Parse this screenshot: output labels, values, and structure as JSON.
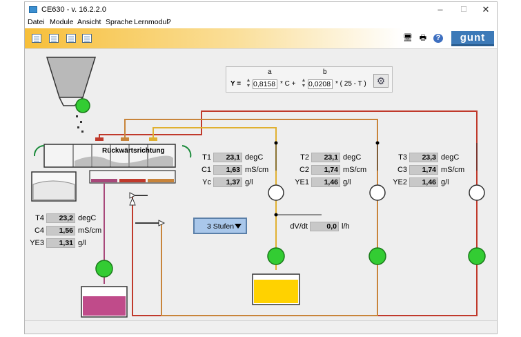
{
  "window": {
    "title": "CE630 - v. 16.2.2.0",
    "minimize": "–",
    "maximize": "☐",
    "close": "✕"
  },
  "menu": [
    "Datei",
    "Module",
    "Ansicht",
    "Sprache",
    "Lernmodul",
    "?"
  ],
  "toolbar": {
    "logo": "gunt"
  },
  "formula": {
    "prefix": "Y =",
    "a_label": "a",
    "a_value": "0,8158",
    "mid": "* C +",
    "b_label": "b",
    "b_value": "0,0208",
    "suffix": "* ( 25 - T )"
  },
  "reverse_label": "Rückwärtsrichtung",
  "stages_select": "3 Stufen",
  "readings": {
    "stage1": [
      {
        "label": "T1",
        "value": "23,1",
        "unit": "degC"
      },
      {
        "label": "C1",
        "value": "1,63",
        "unit": "mS/cm"
      },
      {
        "label": "Yc",
        "value": "1,37",
        "unit": "g/l"
      }
    ],
    "stage2": [
      {
        "label": "T2",
        "value": "23,1",
        "unit": "degC"
      },
      {
        "label": "C2",
        "value": "1,74",
        "unit": "mS/cm"
      },
      {
        "label": "YE1",
        "value": "1,46",
        "unit": "g/l"
      }
    ],
    "stage3": [
      {
        "label": "T3",
        "value": "23,3",
        "unit": "degC"
      },
      {
        "label": "C3",
        "value": "1,74",
        "unit": "mS/cm"
      },
      {
        "label": "YE2",
        "value": "1,46",
        "unit": "g/l"
      }
    ],
    "stage4": [
      {
        "label": "T4",
        "value": "23,2",
        "unit": "degC"
      },
      {
        "label": "C4",
        "value": "1,56",
        "unit": "mS/cm"
      },
      {
        "label": "YE3",
        "value": "1,31",
        "unit": "g/l"
      }
    ],
    "flow": {
      "label": "dV/dt",
      "value": "0,0",
      "unit": "l/h"
    }
  },
  "colors": {
    "red": "#c0392b",
    "orange": "#c8843a",
    "yellow": "#e0b030",
    "pink": "#a8487a",
    "pump": "#33cc33"
  }
}
